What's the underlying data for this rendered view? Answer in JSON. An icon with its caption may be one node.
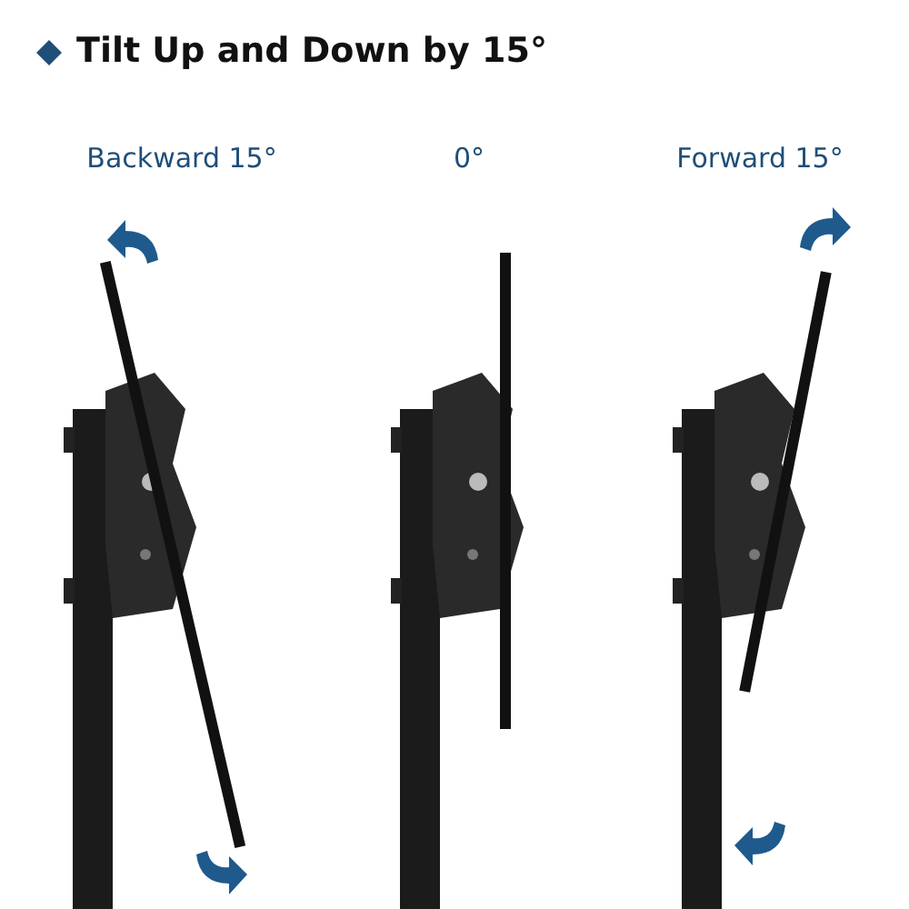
{
  "diagram": {
    "title": "Tilt Up and Down by 15°",
    "labels": [
      "Backward 15°",
      "0°",
      "Forward 15°"
    ]
  }
}
